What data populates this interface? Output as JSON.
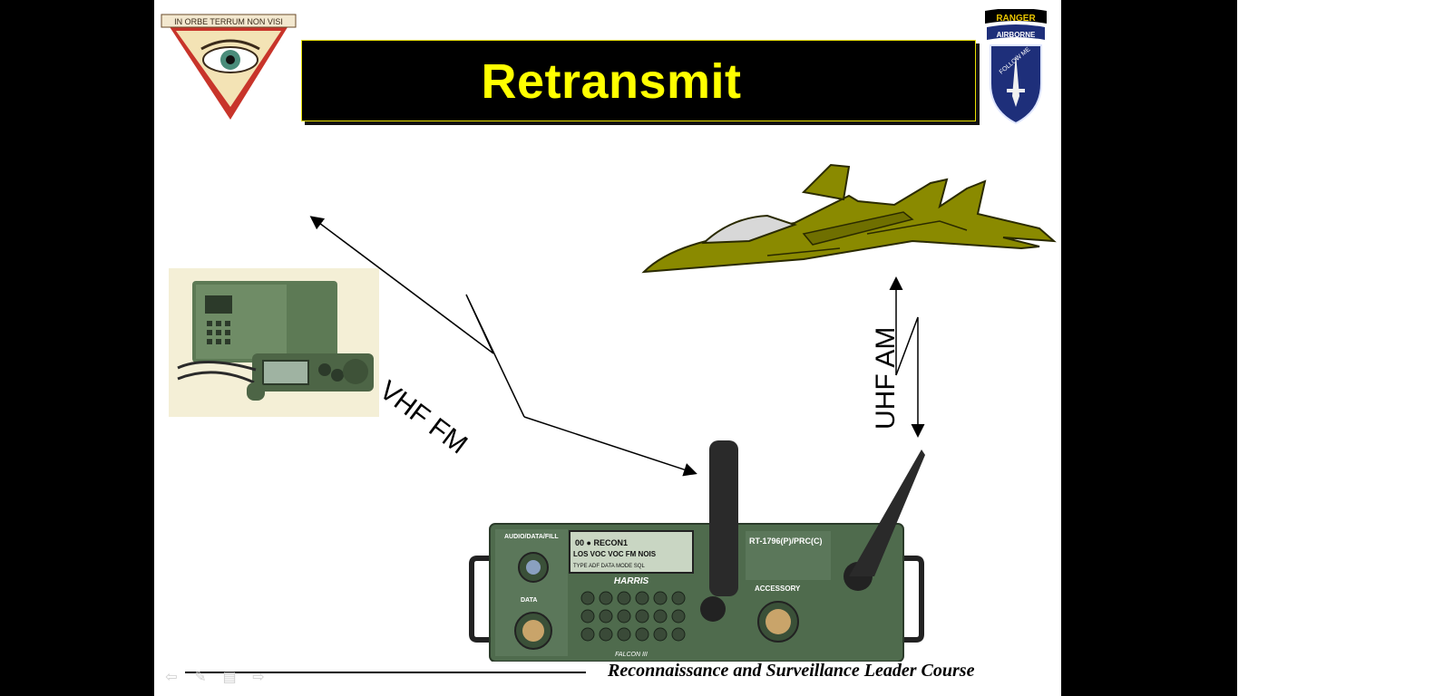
{
  "slide": {
    "title": "Retransmit",
    "footer": "Reconnaissance and Surveillance Leader Course"
  },
  "badges": {
    "left_motto": "IN ORBE TERRUM NON VISI",
    "right_tab_top": "RANGER",
    "right_tab_bottom": "AIRBORNE",
    "right_shield_text": "FOLLOW ME"
  },
  "diagram": {
    "link_left_label": "VHF FM",
    "link_right_label": "UHF AM"
  },
  "radio": {
    "brand": "HARRIS",
    "model": "RT-1796(P)/PRC(C)",
    "display_line1": "00 ● RECON1",
    "display_line2": "LOS  VOC  VOC FM  NOIS",
    "display_line3": "TYPE  ADF  DATA  MODE  SQL",
    "accessory_label": "ACCESSORY",
    "port_audio": "AUDIO/DATA/FILL",
    "port_data": "DATA",
    "falcon": "FALCON III"
  },
  "nav": {
    "icons": [
      "prev-arrow-icon",
      "pen-icon",
      "menu-icon",
      "next-arrow-icon"
    ]
  },
  "colors": {
    "title_bg": "#000000",
    "title_text": "#ffff00",
    "jet": "#8a8a00",
    "radio": "#4f6b4d"
  }
}
